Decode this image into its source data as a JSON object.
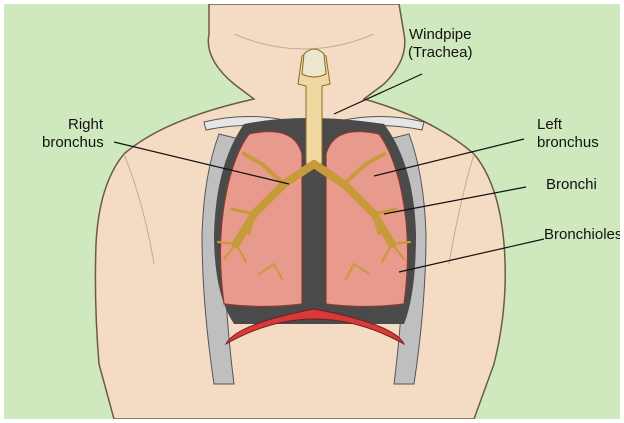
{
  "labels": {
    "windpipe": {
      "line1": "Windpipe",
      "line2": "(Trachea)"
    },
    "right_bronchus": {
      "line1": "Right",
      "line2": "bronchus"
    },
    "left_bronchus": {
      "line1": "Left",
      "line2": "bronchus"
    },
    "bronchi": "Bronchi",
    "bronchioles": "Bronchioles"
  },
  "colors": {
    "background": "#cfe8bd",
    "skin": "#f4dcc4",
    "lung": "#e89a8c",
    "cavity": "#4a4a4a",
    "airway": "#f0d9a0",
    "diaphragm": "#d63a3a"
  }
}
